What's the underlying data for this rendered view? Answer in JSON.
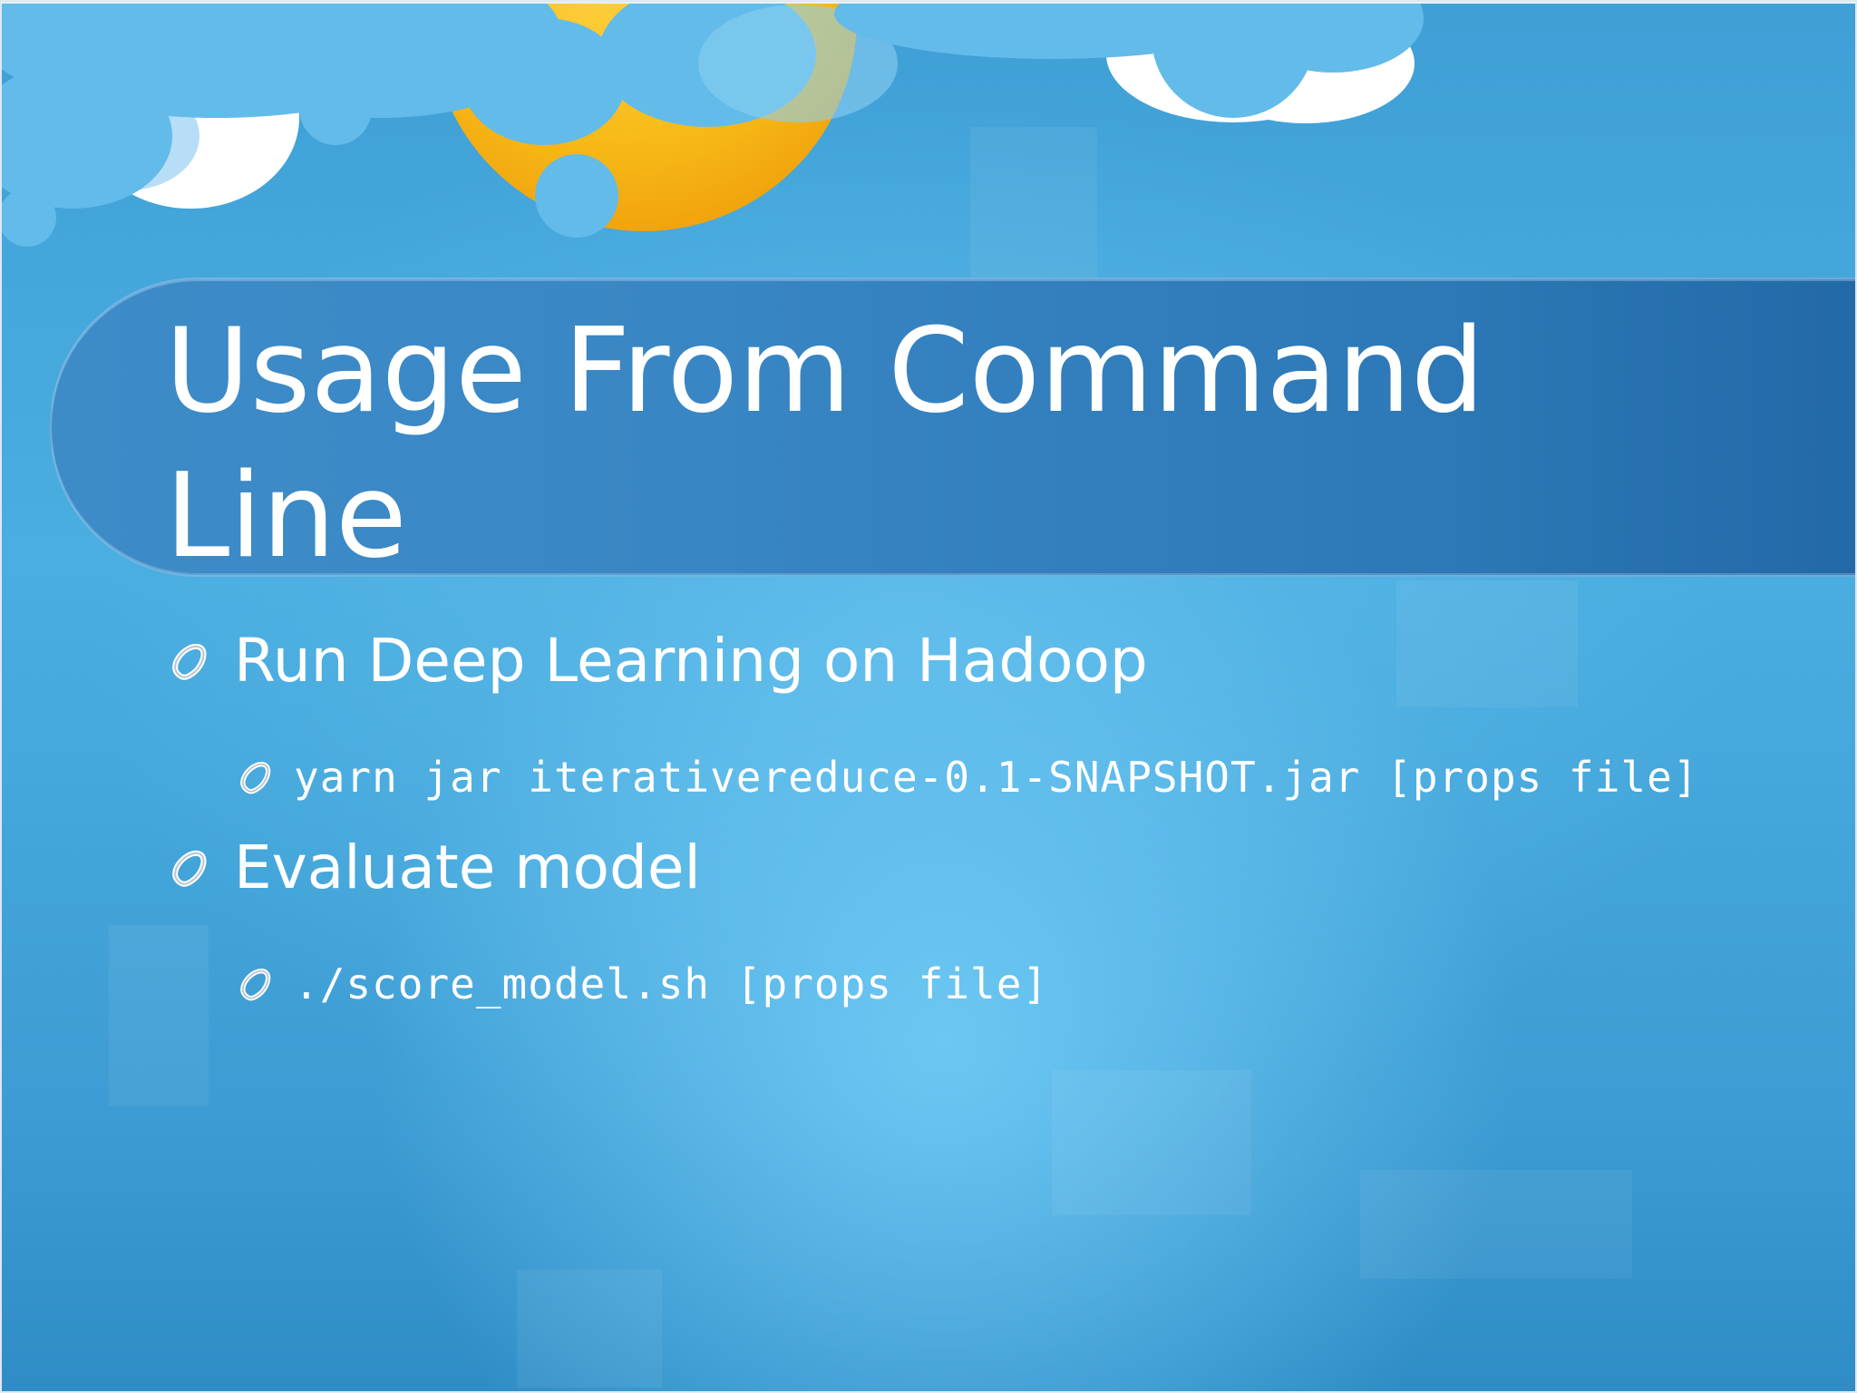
{
  "slide": {
    "title": "Usage From Command Line",
    "bullets": [
      {
        "text": "Run Deep Learning on Hadoop",
        "sub": "yarn jar iterativereduce-0.1-SNAPSHOT.jar [props file]"
      },
      {
        "text": "Evaluate model",
        "sub": "./score_model.sh [props file]"
      }
    ]
  },
  "colors": {
    "background": "#3a9ad4",
    "title_band": "#2d78b6",
    "sun": "#f5b01a",
    "cloud": "#62bbe9",
    "text": "#ffffff"
  },
  "icons": {
    "bullet": "leaf-ring-icon",
    "decoration": "sun-cloud-icon"
  }
}
